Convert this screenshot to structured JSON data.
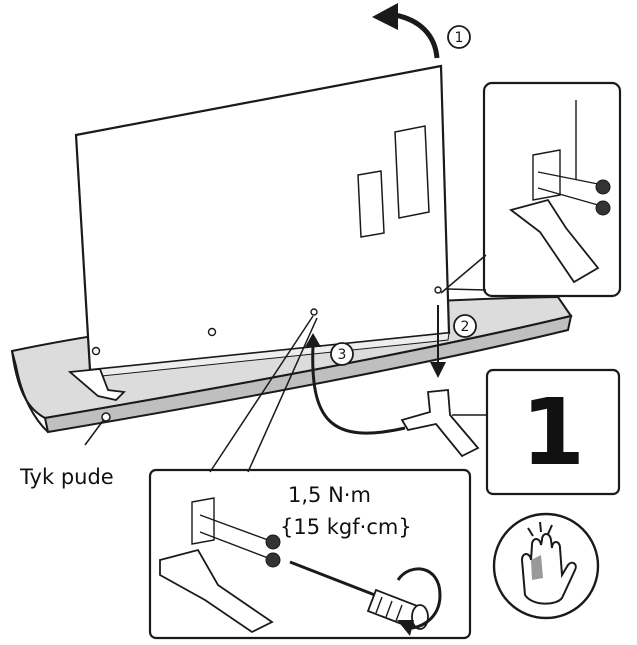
{
  "labels": {
    "cushion": "Tyk pude",
    "torque_nm": "1,5 N·m",
    "torque_kgf": "{15 kgf·cm}",
    "part_number": "1"
  },
  "steps": [
    "1",
    "2",
    "3"
  ],
  "colors": {
    "line": "#1a1a1a",
    "cushion_fill": "#dcdcdc",
    "cushion_side": "#bfbfbf",
    "background": "#ffffff"
  }
}
